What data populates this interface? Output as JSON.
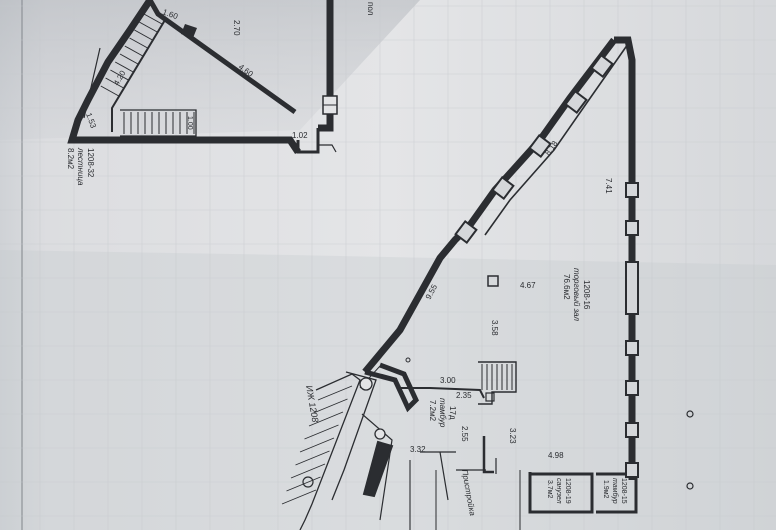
{
  "colors": {
    "paper": "#e3e4e6",
    "shadow": "#b4b8be",
    "grid": "#c6c9cd",
    "wall": "#2b2d31",
    "ink": "#2a2c30"
  },
  "room_labels": {
    "stair_room_number": "1208-32",
    "stair_room_name": "лестница",
    "stair_room_area": "8.2м2",
    "trade_hall_number": "1208-16",
    "trade_hall_name": "торговый зал",
    "trade_hall_area": "76.6м2",
    "vestibule_name": "тамбур",
    "vestibule_area": "7.2м2",
    "vestibule_number": "17д",
    "sanuzel_number": "1208-19",
    "sanuzel_name": "санузел",
    "sanuzel_area": "3.7м2",
    "tambur2_number": "1208-15",
    "tambur2_name": "тамбур",
    "tambur2_area": "1.9м2",
    "entrance_label": "Пристройка",
    "street_label": "ИЖ 1208",
    "edge_note": "пол"
  },
  "dimensions": {
    "d_160": "1.60",
    "d_270": "2.70",
    "d_460": "4.60",
    "d_420": "4.20",
    "d_153": "1.53",
    "d_100": "1.00",
    "d_102": "1.02",
    "d_818": "8.18",
    "d_741": "7.41",
    "d_955": "9.55",
    "d_467": "4.67",
    "d_358": "3.58",
    "d_300": "3.00",
    "d_235": "2.35",
    "d_255": "2.55",
    "d_323": "3.23",
    "d_332": "3.32",
    "d_498": "4.98"
  }
}
